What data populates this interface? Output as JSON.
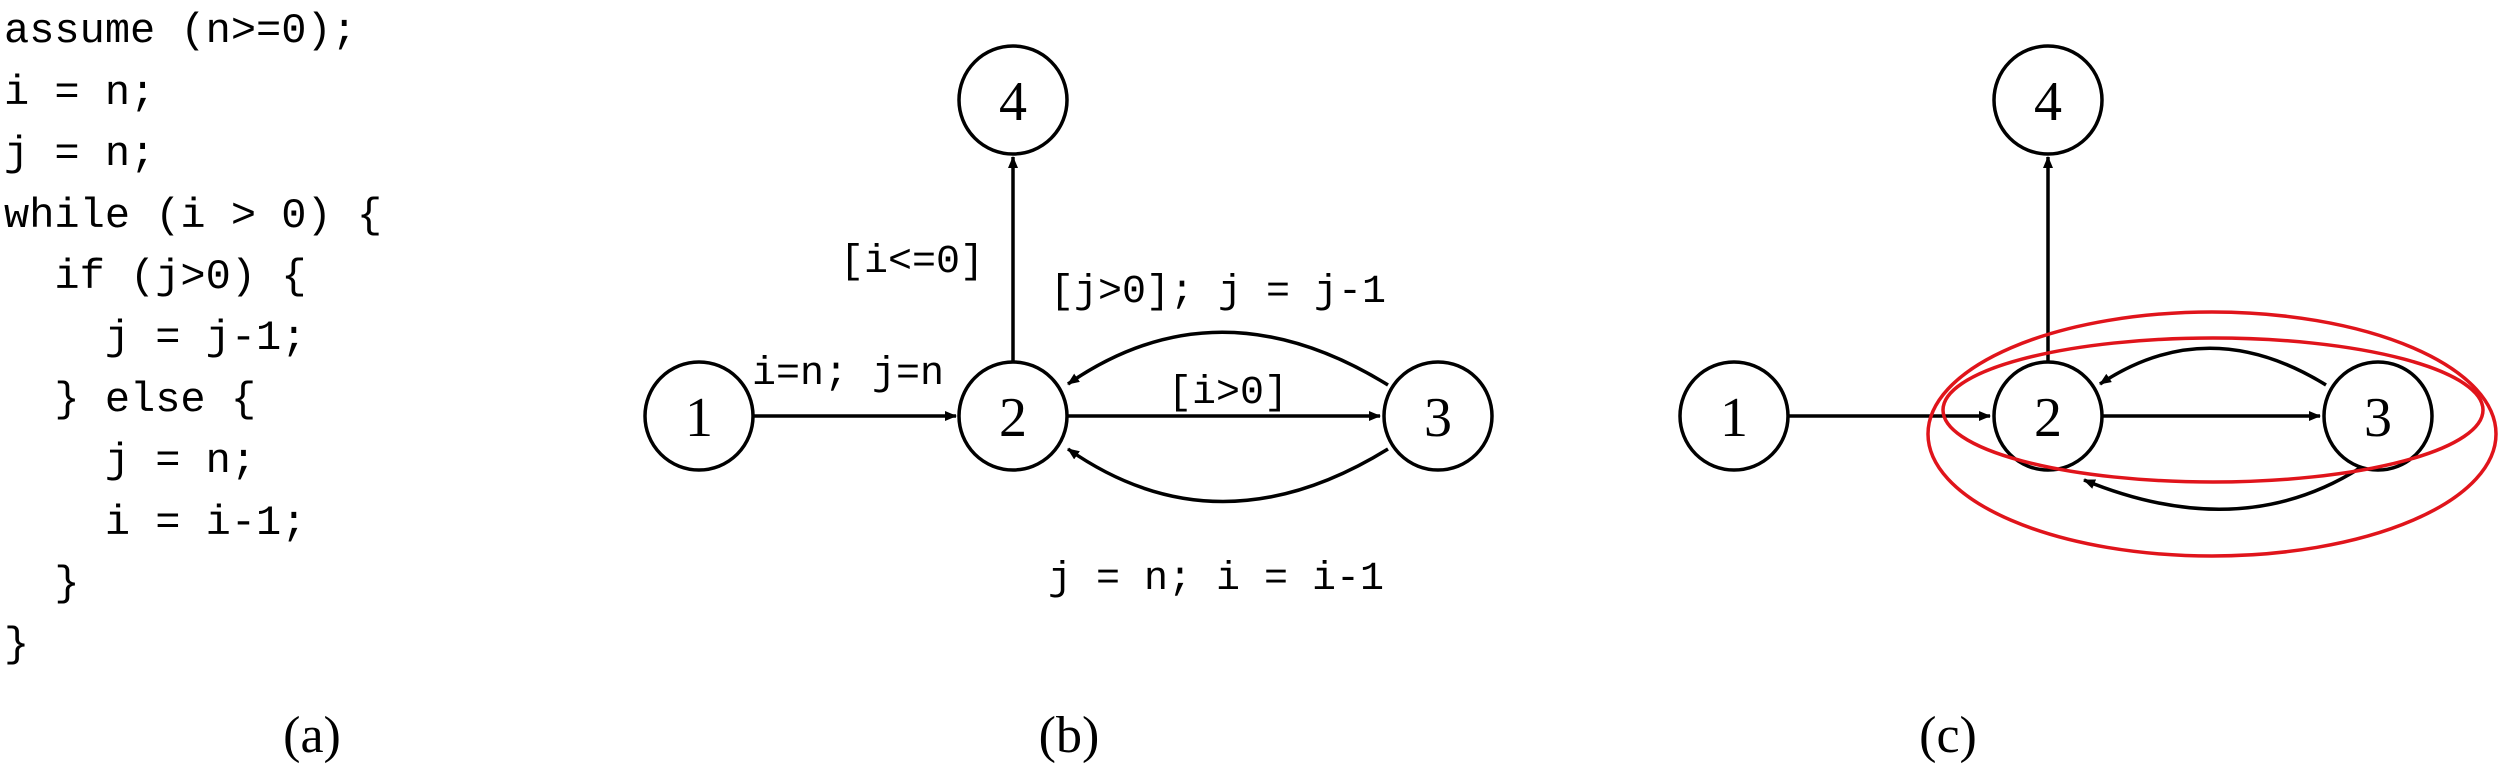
{
  "code": {
    "lines": [
      "assume (n>=0);",
      "i = n;",
      "j = n;",
      "while (i > 0) {",
      "  if (j>0) {",
      "    j = j-1;",
      "  } else {",
      "    j = n;",
      "    i = i-1;",
      "  }",
      "}"
    ]
  },
  "graph_b": {
    "nodes": [
      "1",
      "2",
      "3",
      "4"
    ],
    "edge_labels": {
      "e12": "i=n; j=n",
      "e24": "[i<=0]",
      "e23": "[i>0]",
      "e32_top": "[j>0]; j = j-1",
      "e32_bottom": "j = n; i = i-1"
    }
  },
  "graph_c": {
    "nodes": [
      "1",
      "2",
      "3",
      "4"
    ]
  },
  "colors": {
    "highlight": "#e0141b",
    "stroke": "#000000"
  },
  "captions": {
    "a": "(a)",
    "b": "(b)",
    "c": "(c)"
  }
}
